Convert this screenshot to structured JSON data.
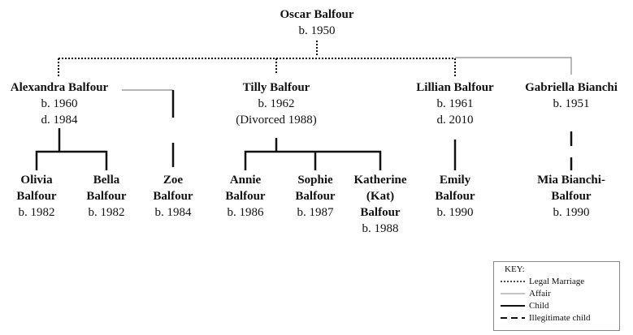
{
  "root": {
    "name": "Oscar Balfour",
    "born": "b. 1950"
  },
  "partners": [
    {
      "name": "Alexandra Balfour",
      "lines": [
        "b. 1960",
        "d. 1984"
      ]
    },
    {
      "name": "Tilly Balfour",
      "lines": [
        "b. 1962",
        "(Divorced 1988)"
      ]
    },
    {
      "name": "Lillian Balfour",
      "lines": [
        "b. 1961",
        "d. 2010"
      ]
    },
    {
      "name": "Gabriella Bianchi",
      "lines": [
        "b. 1951"
      ]
    }
  ],
  "children": [
    {
      "name": [
        "Olivia",
        "Balfour"
      ],
      "born": "b. 1982"
    },
    {
      "name": [
        "Bella",
        "Balfour"
      ],
      "born": "b. 1982"
    },
    {
      "name": [
        "Zoe",
        "Balfour"
      ],
      "born": "b. 1984"
    },
    {
      "name": [
        "Annie",
        "Balfour"
      ],
      "born": "b. 1986"
    },
    {
      "name": [
        "Sophie",
        "Balfour"
      ],
      "born": "b. 1987"
    },
    {
      "name": [
        "Katherine",
        "(Kat)",
        "Balfour"
      ],
      "born": "b. 1988"
    },
    {
      "name": [
        "Emily",
        "Balfour"
      ],
      "born": "b. 1990"
    },
    {
      "name": [
        "Mia Bianchi-",
        "Balfour"
      ],
      "born": "b. 1990"
    }
  ],
  "key": {
    "title": "KEY:",
    "items": [
      "Legal Marriage",
      "Affair",
      "Child",
      "Illegitimate child"
    ]
  }
}
